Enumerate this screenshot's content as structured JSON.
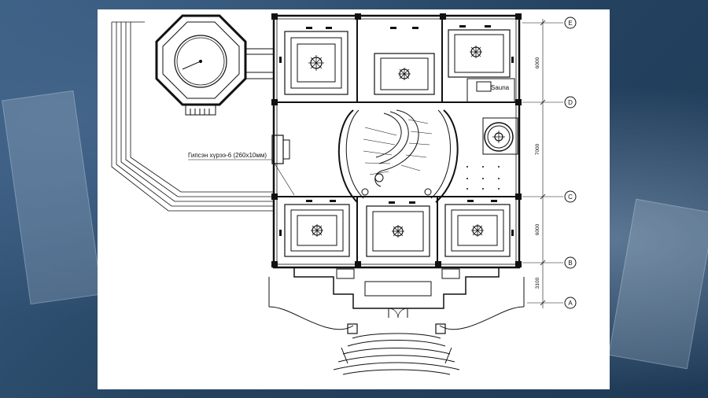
{
  "drawing": {
    "annotation": "Гипсэн хүрээ-6 (260x10мм)",
    "room_label_sauna": "Sauna",
    "grid_labels": [
      "E",
      "D",
      "C",
      "B",
      "A"
    ],
    "dimensions": [
      "6000",
      "7000",
      "6000",
      "3100"
    ]
  },
  "colors": {
    "line": "#111111",
    "background": "#2a4a6b",
    "sheet": "#ffffff"
  }
}
